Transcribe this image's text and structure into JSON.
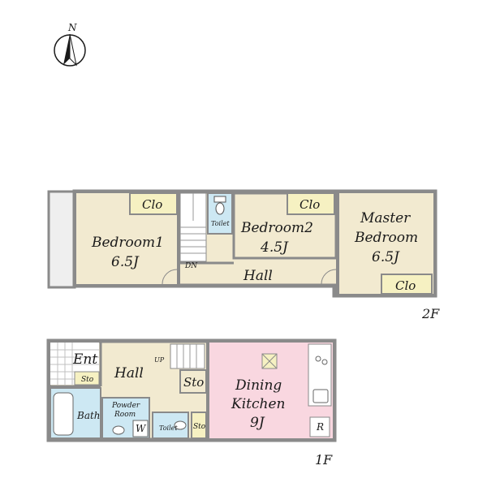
{
  "compass": {
    "north_label": "N",
    "icon": "north-arrow-icon"
  },
  "floor2": {
    "floor_label": "2F",
    "rooms": {
      "bedroom1": {
        "name": "Bedroom1",
        "size": "6.5J"
      },
      "bedroom2": {
        "name": "Bedroom2",
        "size": "4.5J"
      },
      "master": {
        "name_line1": "Master",
        "name_line2": "Bedroom",
        "size": "6.5J"
      },
      "hall": "Hall",
      "toilet": "Toilet",
      "closet1": "Clo",
      "closet2": "Clo",
      "closet3": "Clo",
      "stair_dn": "DN"
    }
  },
  "floor1": {
    "floor_label": "1F",
    "rooms": {
      "entrance": "Ent",
      "storage_ent": "Sto",
      "hall": "Hall",
      "stair_up": "UP",
      "storage_stair": "Sto",
      "storage_small": "Sto",
      "dining_line1": "Dining",
      "dining_line2": "Kitchen",
      "dining_size": "9J",
      "bath": "Bath",
      "powder_line1": "Powder",
      "powder_line2": "Room",
      "washer": "W",
      "toilet": "Toilet",
      "fridge": "R"
    }
  },
  "colors": {
    "bedroom": "#f2ead0",
    "hall": "#f2ead0",
    "closet": "#f6f1c2",
    "wet": "#cde8f3",
    "kitchen": "#f9d7e0",
    "wall": "#8a8a8a",
    "balcony": "#efefef"
  }
}
